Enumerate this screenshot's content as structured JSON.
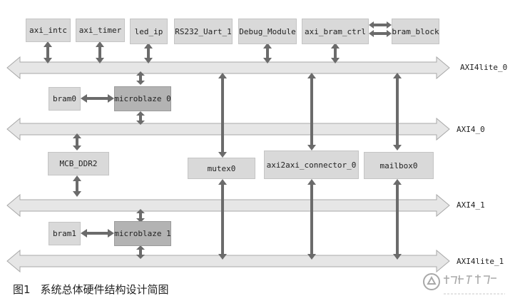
{
  "blocks": {
    "axi_intc": "axi_intc",
    "axi_timer": "axi_timer",
    "led_ip": "led_ip",
    "rs232": "RS232_Uart_1",
    "debug": "Debug_Module",
    "bram_ctrl": "axi_bram_ctrl",
    "bram_block": "bram_block",
    "bram0": "bram0",
    "microblaze0": "microblaze 0",
    "mcb": "MCB_DDR2",
    "mutex": "mutex0",
    "connector": "axi2axi_connector_0",
    "mailbox": "mailbox0",
    "bram1": "bram1",
    "microblaze1": "microblaze 1"
  },
  "buses": {
    "axi4lite_0": "AXI4lite_0",
    "axi4_0": "AXI4_0",
    "axi4_1": "AXI4_1",
    "axi4lite_1": "AXI4lite_1"
  },
  "caption": {
    "number": "图1",
    "text": "系统总体硬件结构设计简图"
  },
  "colors": {
    "block": "#d9d9d9",
    "block_dark": "#b3b3b3",
    "bus_fill": "#e6e6e6",
    "bus_stroke": "#a8a8a8",
    "connector": "#6b6b6b"
  }
}
